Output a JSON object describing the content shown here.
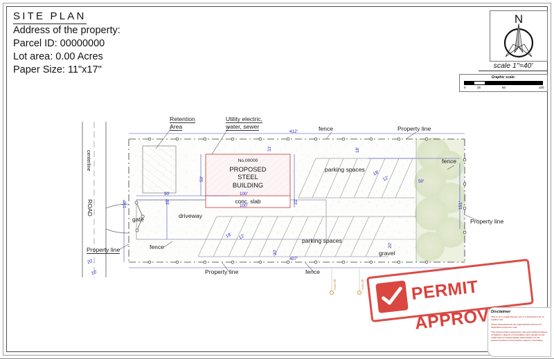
{
  "titleblock": {
    "title": "SITE PLAN",
    "address_label": "Address of the property:",
    "parcel": "Parcel ID: 00000000",
    "lot_area": "Lot area: 0.00 Acres",
    "paper_size": "Paper Size: 11\"x17\""
  },
  "north": {
    "letter": "N",
    "scale_text": "scale 1\"=40'"
  },
  "graphic_scale": {
    "title": "Graphic scale:",
    "ticks": [
      "0",
      "25",
      "50",
      "100"
    ]
  },
  "building": {
    "number": "No.00000",
    "line1": "PROPOSED",
    "line2": "STEEL",
    "line3": "BUILDING",
    "slab": "conc. slab",
    "width_dim": "100'",
    "slab_dim": "100'"
  },
  "annotations": {
    "retention": "Retention\nArea",
    "retention_l1": "Retention",
    "retention_l2": "Area",
    "utility_l1": "Utility electric,",
    "utility_l2": "water, sewer",
    "fence_top": "fence",
    "fence_right": "fence",
    "fence_bottom": "fence",
    "fence_left": "fence",
    "property_line_top": "Property line",
    "property_line_right": "Property line",
    "property_line_bottom": "Property line",
    "property_line_left": "Property line",
    "parking_upper": "parking spaces",
    "parking_lower": "parking spaces",
    "gravel": "gravel",
    "driveway": "driveway",
    "gate": "gate",
    "road": "ROAD",
    "centerline": "centerline"
  },
  "dimensions": {
    "top_overall": "412'",
    "bottom_overall": "407'",
    "left_depth": "150'",
    "right_depth": "151'",
    "right_offset": "50'",
    "bldg_left_offset": "50'",
    "bldg_setback": "35'",
    "drive_width": "90'",
    "drive_depth": "35'",
    "bldg_side": "31'",
    "bldg_top_setback": "31'",
    "stall_depth_a": "18'",
    "stall_width_a": "12'",
    "stall_depth_b": "18'",
    "stall_width_b": "12'",
    "stall_depth_c": "18'",
    "lower_right": "30'",
    "lower_left": "20'",
    "road_offset_20": "20'",
    "road_offset_10": "10'",
    "marker_a": "conc.5ft",
    "marker_b": "conc.5ft"
  },
  "stamp": {
    "text": "PERMIT APPROVED",
    "icon": "check-icon",
    "color": "#d6322c"
  },
  "disclaimer": {
    "title": "Disclaimer",
    "p1": "This is not a Legal Survey, nor is it intended to be or replace one.",
    "p2": "These measurements are approximate and are for illustrative purposes only.",
    "p3": "This work product represents only prescribed locations of features, objects or boundaries and should not be relied upon as being legally authoritative for the precise location of any feature, object or boundary."
  }
}
